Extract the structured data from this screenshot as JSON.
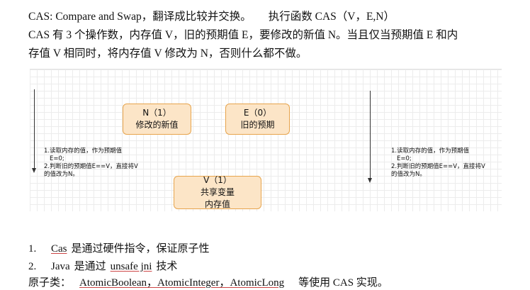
{
  "header": {
    "line1_left": "CAS: Compare and Swap，翻译成比较并交换。",
    "line1_right": "执行函数 CAS（V，E,N）",
    "line2": "CAS 有 3 个操作数，内存值 V，旧的预期值 E，要修改的新值 N。当且仅当预期值 E 和内",
    "line3": "存值 V 相同时，将内存值 V 修改为 N，否则什么都不做。"
  },
  "diagram": {
    "box_n": {
      "title": "N（1）",
      "label": "修改的新值"
    },
    "box_e": {
      "title": "E（0）",
      "label": "旧的预期"
    },
    "box_v": {
      "title": "V（1）",
      "label1": "共享变量",
      "label2": "内存值"
    },
    "note_left": {
      "l1": "1.读取内存的值，作为预期值",
      "l2": "E=0;",
      "l3": "2.判断旧的预期值E==V，直接将V",
      "l4": "的值改为N。"
    },
    "note_right": {
      "l1": "1.读取内存的值，作为预期值",
      "l2": "E=0;",
      "l3": "2.判断旧的预期值E==V，直接将V",
      "l4": "的值改为N。"
    }
  },
  "list": [
    {
      "num": "1.",
      "keyword": "Cas",
      "text": "是通过硬件指令，保证原子性"
    },
    {
      "num": "2.",
      "keyword": "Java",
      "text_a": "是通过",
      "keyword2": "unsafe jni",
      "text_b": "技术"
    }
  ],
  "atomic": {
    "label": "原子类：",
    "classes": "AtomicBoolean，AtomicInteger，AtomicLong",
    "suffix": "等使用  CAS  实现。"
  }
}
